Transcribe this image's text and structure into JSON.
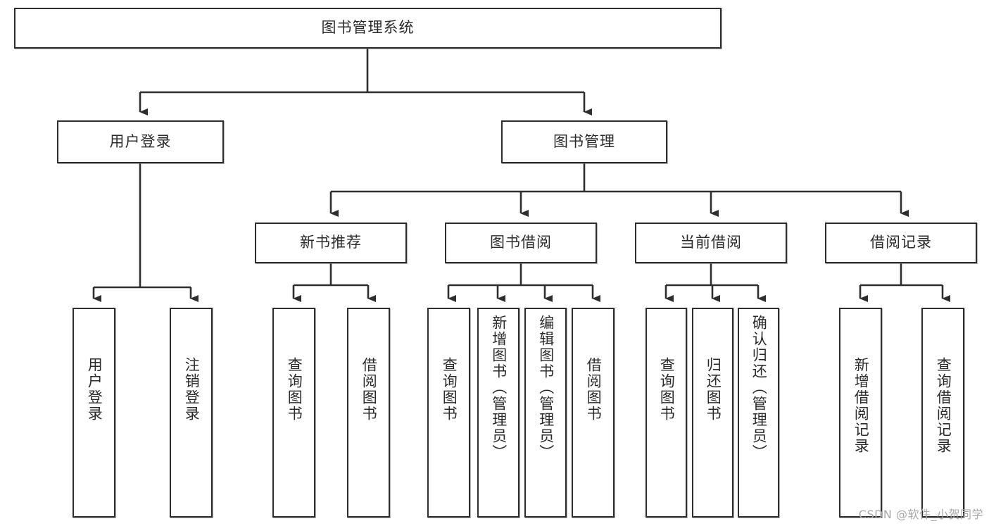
{
  "diagram": {
    "title": "图书管理系统",
    "type": "tree-hierarchy-chart",
    "root": {
      "label": "图书管理系统"
    },
    "level2": [
      {
        "label": "用户登录"
      },
      {
        "label": "图书管理"
      }
    ],
    "level3": [
      {
        "label": "新书推荐"
      },
      {
        "label": "图书借阅"
      },
      {
        "label": "当前借阅"
      },
      {
        "label": "借阅记录"
      }
    ],
    "leaves": {
      "user_login": [
        {
          "label": "用户登录"
        },
        {
          "label": "注销登录"
        }
      ],
      "new_book_recommend": [
        {
          "label": "查询图书"
        },
        {
          "label": "借阅图书"
        }
      ],
      "book_borrow": [
        {
          "label": "查询图书"
        },
        {
          "label": "新增图书（管理员）"
        },
        {
          "label": "编辑图书（管理员）"
        },
        {
          "label": "借阅图书"
        }
      ],
      "current_borrow": [
        {
          "label": "查询图书"
        },
        {
          "label": "归还图书"
        },
        {
          "label": "确认归还（管理员）"
        }
      ],
      "borrow_record": [
        {
          "label": "新增借阅记录"
        },
        {
          "label": "查询借阅记录"
        }
      ]
    }
  },
  "watermark": {
    "text": "CSDN @软件_小贺同学"
  },
  "colors": {
    "border": "#2e2e2e",
    "text": "#2b2b2b",
    "background": "#ffffff",
    "watermark": "#a8a8a8"
  }
}
